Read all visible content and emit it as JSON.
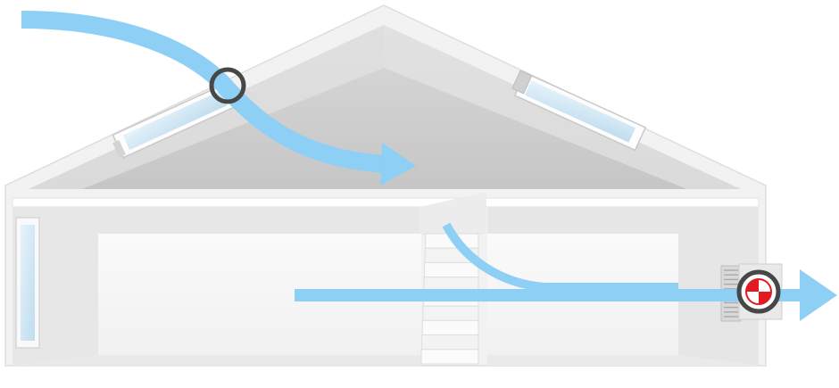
{
  "diagram": {
    "colors": {
      "airflow": "#8ecff5",
      "house_wall": "#f4f4f4",
      "house_edge": "#dadada",
      "attic_shadow": "#cfcfcf",
      "ring": "#4a4a4a",
      "fan_red": "#e21a22"
    },
    "elements": {
      "intake_flow": {
        "kind": "arrow",
        "enters": "roof-window-left",
        "direction": "right"
      },
      "exhaust_flow": {
        "kind": "arrow",
        "exits": "exhaust-fan",
        "direction": "right"
      },
      "stair_flow": {
        "kind": "arrow",
        "via": "staircase",
        "direction": "right"
      },
      "markers": [
        "intake-ring",
        "exhaust-ring"
      ],
      "fan_icon": "red-white-fan-icon",
      "windows": [
        "roof-window-left",
        "roof-window-right",
        "wall-window-left"
      ]
    }
  }
}
